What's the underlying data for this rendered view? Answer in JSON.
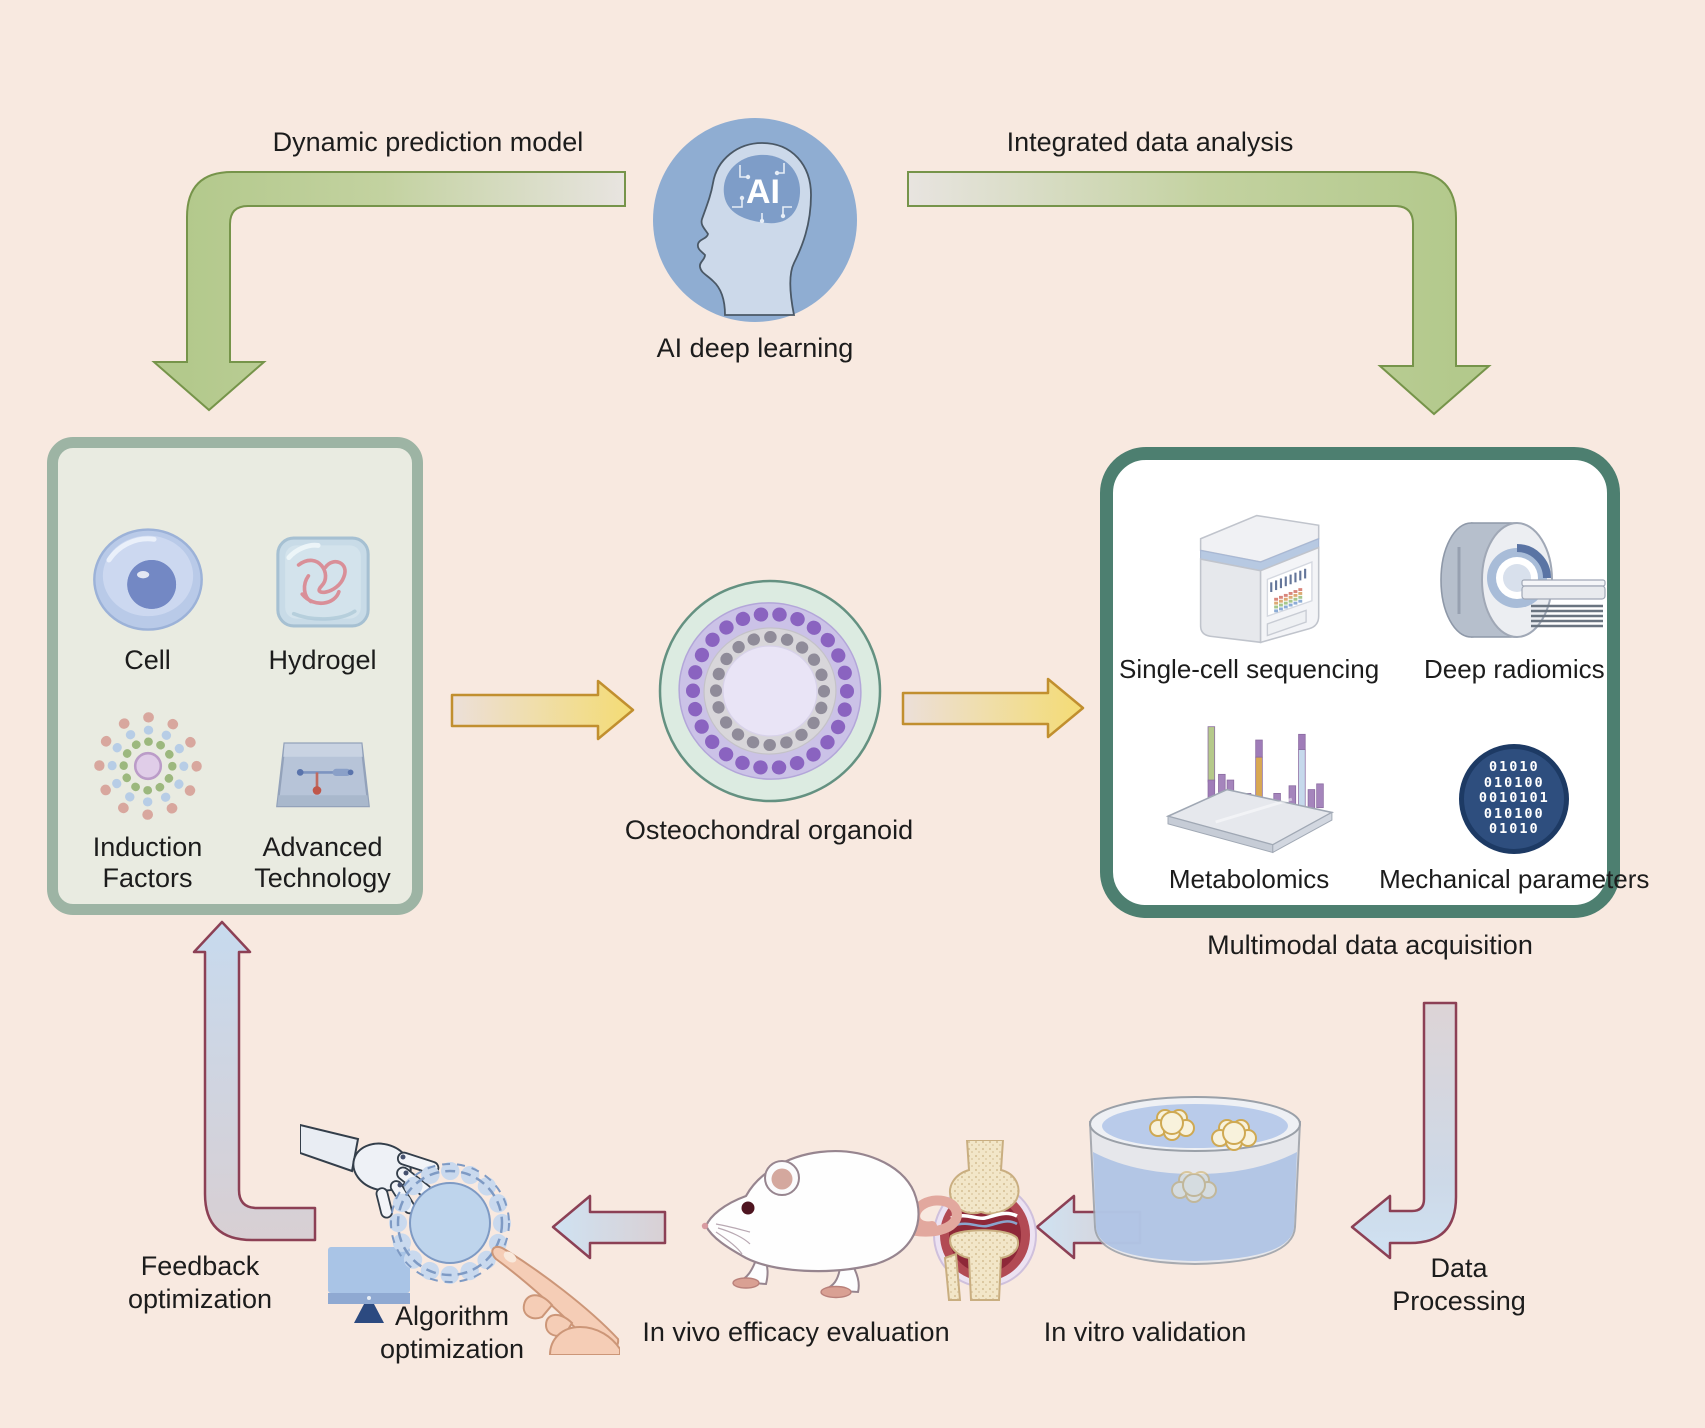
{
  "colors": {
    "background": "#f8e9e0",
    "green_arrow": "#b4ca8e",
    "green_arrow_stroke": "#76944a",
    "yellow_arrow": "#f4dc74",
    "yellow_arrow_stroke": "#c18f2f",
    "maroon_arrow_stroke": "#8c4055",
    "blue_arrow_fill": "#cfe2f2",
    "left_box_border": "#9db4a4",
    "left_box_fill": "#e9ebe1",
    "right_box_border": "#4d7f70",
    "organoid_bg": "#dcebe1"
  },
  "ai": {
    "label": "AI deep learning",
    "brain_text": "AI"
  },
  "arrows": {
    "top_left_label": "Dynamic prediction model",
    "top_right_label": "Integrated data analysis",
    "data_processing_label": "Data Processing",
    "feedback_label": "Feedback optimization"
  },
  "inputs_box": {
    "items": [
      {
        "label": "Cell",
        "icon": "cell-icon"
      },
      {
        "label": "Hydrogel",
        "icon": "hydrogel-icon"
      },
      {
        "label": "Induction Factors",
        "icon": "induction-factors-icon"
      },
      {
        "label": "Advanced Technology",
        "icon": "microfluidic-chip-icon"
      }
    ]
  },
  "organoid": {
    "label": "Osteochondral organoid"
  },
  "acquisition_box": {
    "caption": "Multimodal data acquisition",
    "items": [
      {
        "label": "Single-cell sequencing",
        "icon": "sequencer-icon"
      },
      {
        "label": "Deep radiomics",
        "icon": "mri-scanner-icon"
      },
      {
        "label": "Metabolomics",
        "icon": "metabolomics-plate-icon"
      },
      {
        "label": "Mechanical parameters",
        "icon": "binary-data-icon"
      }
    ],
    "binary_rows": [
      "01010",
      "010100",
      "0010101",
      "010100",
      "01010"
    ]
  },
  "bottom_flow": {
    "in_vitro_label": "In vitro validation",
    "in_vivo_label": "In vivo efficacy evaluation",
    "algorithm_label": "Algorithm optimization"
  }
}
